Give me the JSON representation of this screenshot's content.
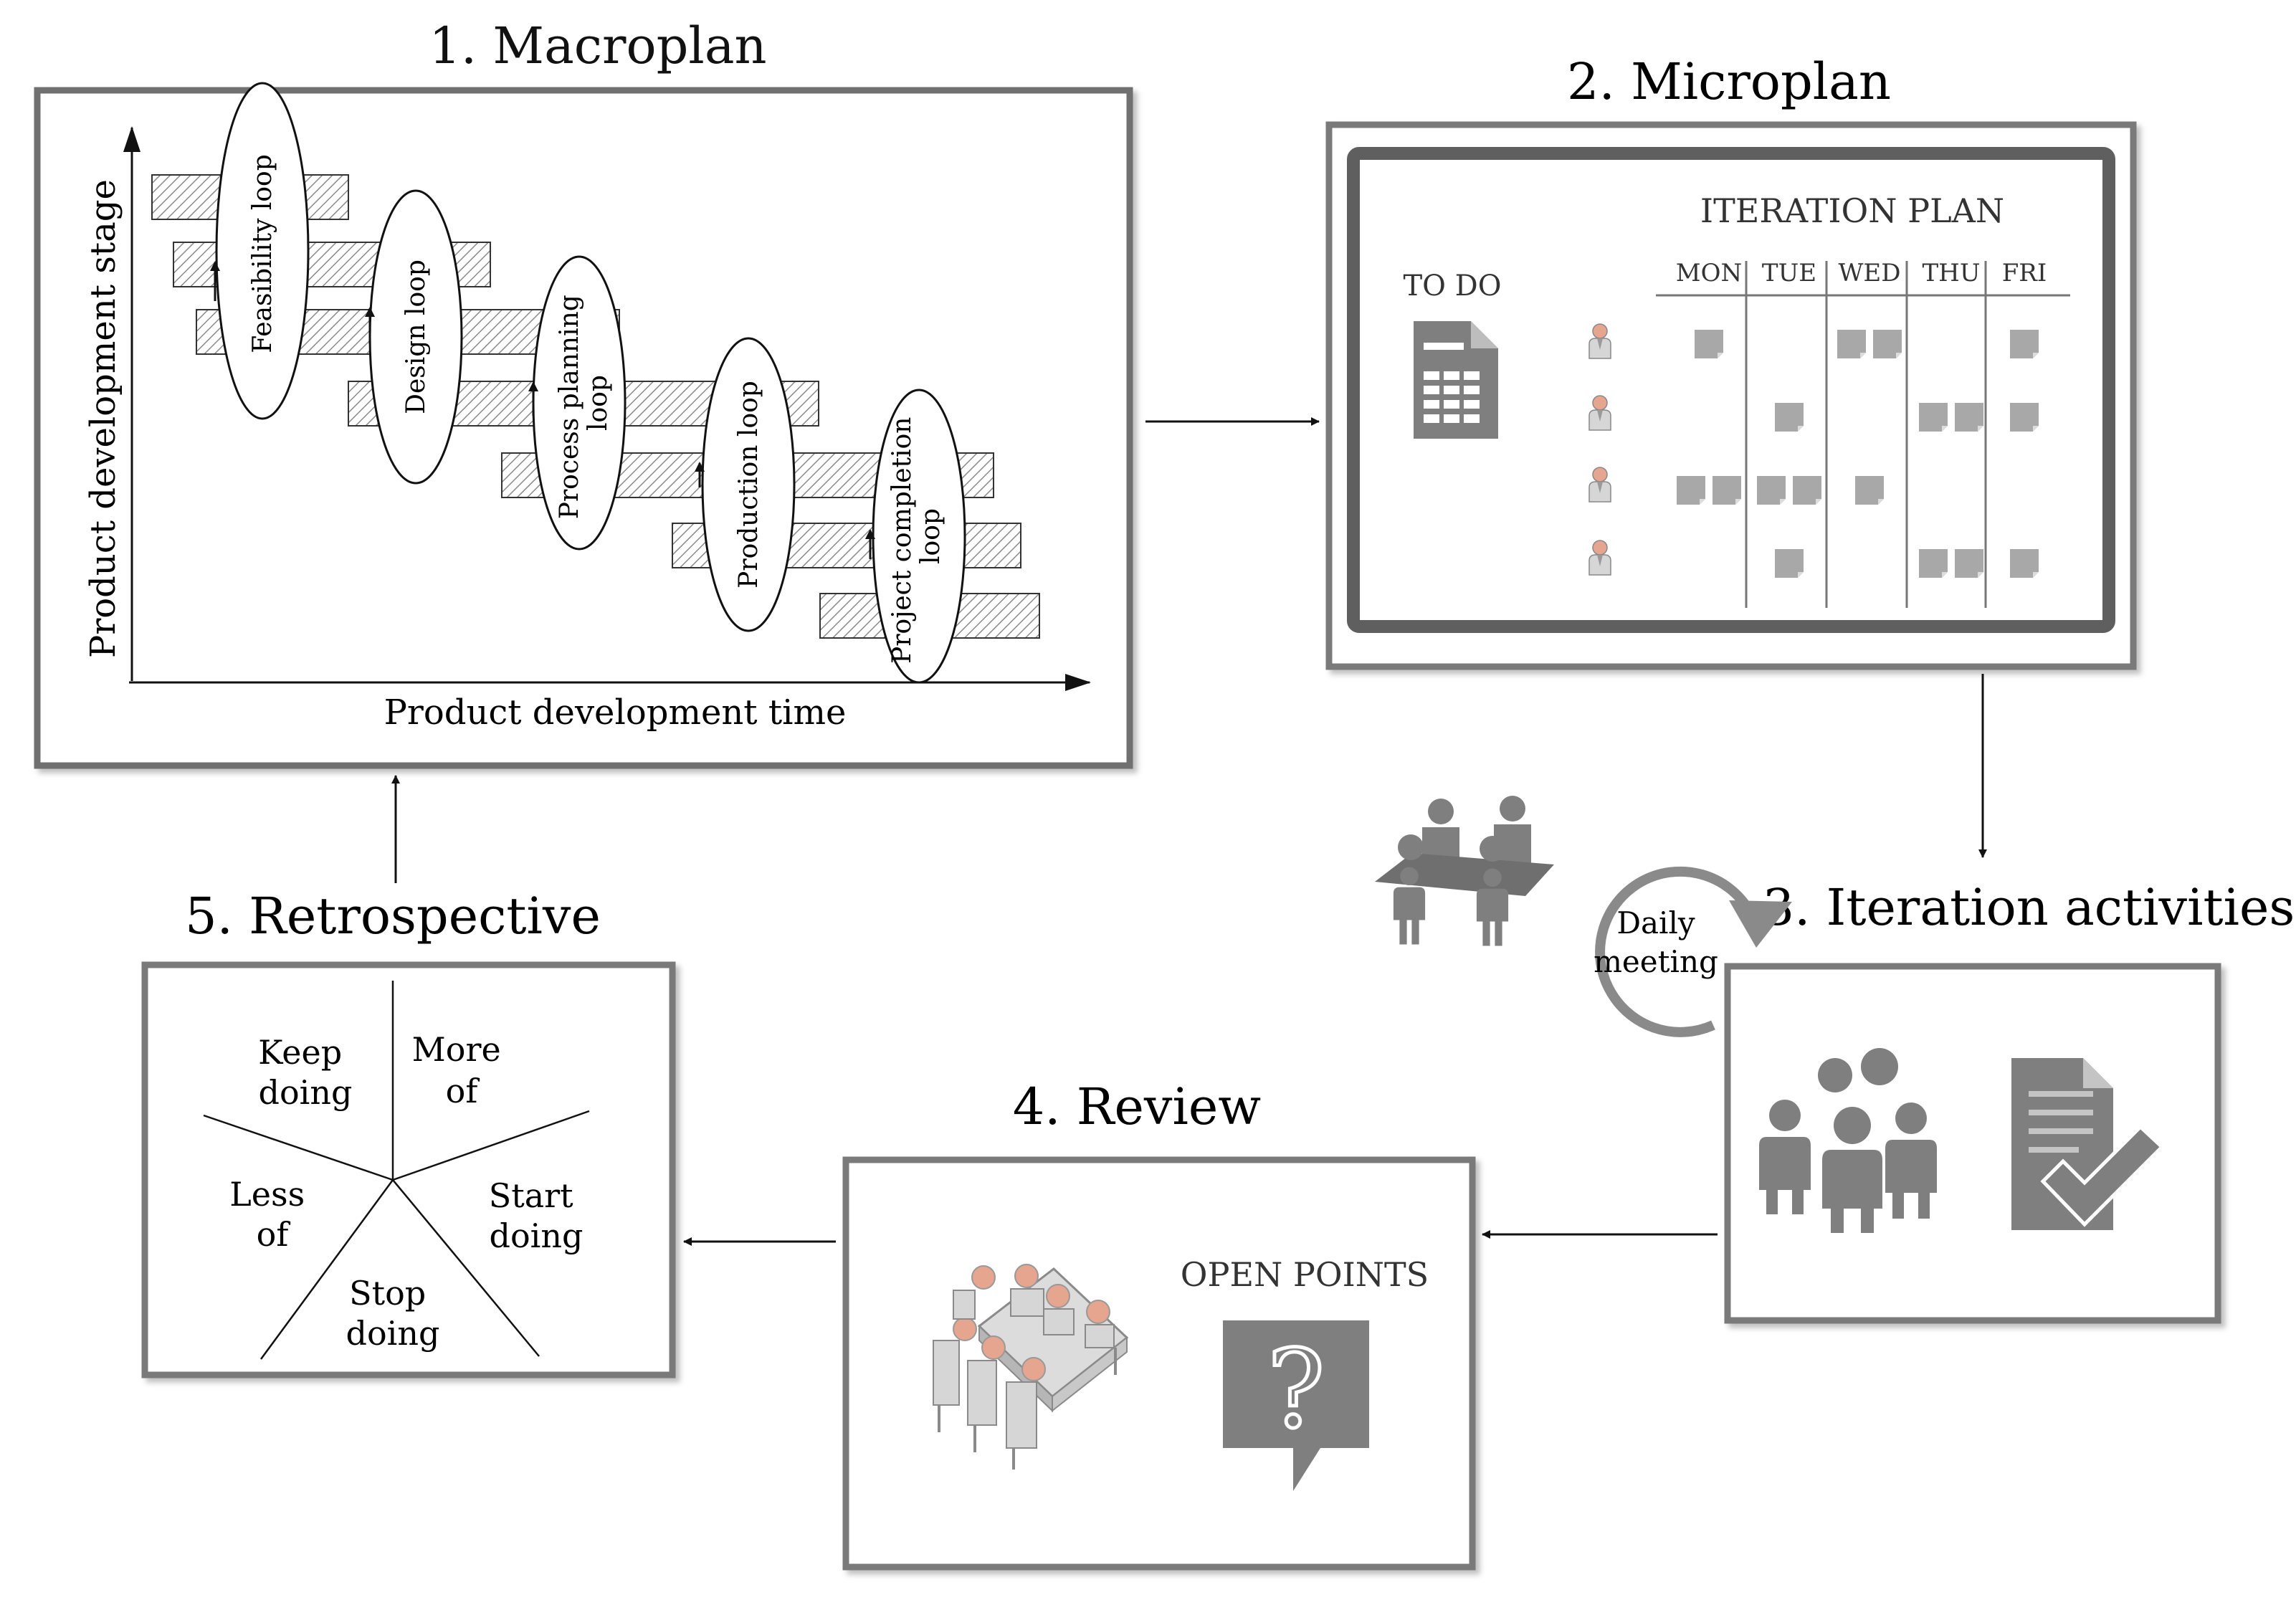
{
  "stages": {
    "macroplan": {
      "title": "1. Macroplan",
      "y_axis_label": "Product development stage",
      "x_axis_label": "Product development time",
      "loops": [
        "Feasibility loop",
        "Design loop",
        "Process planning loop",
        "Production loop",
        "Project completion loop"
      ]
    },
    "microplan": {
      "title": "2. Microplan",
      "todo_label": "TO DO",
      "board_title": "ITERATION PLAN",
      "days": [
        "MON",
        "TUE",
        "WED",
        "THU",
        "FRI"
      ],
      "rows": [
        {
          "MON": 1,
          "TUE": 0,
          "WED": 2,
          "THU": 0,
          "FRI": 1
        },
        {
          "MON": 0,
          "TUE": 1,
          "WED": 0,
          "THU": 2,
          "FRI": 1
        },
        {
          "MON": 2,
          "TUE": 2,
          "WED": 1,
          "THU": 0,
          "FRI": 0
        },
        {
          "MON": 0,
          "TUE": 1,
          "WED": 0,
          "THU": 2,
          "FRI": 1
        }
      ]
    },
    "iteration": {
      "title": "3. Iteration activities",
      "daily_meeting_line1": "Daily",
      "daily_meeting_line2": "meeting"
    },
    "review": {
      "title": "4. Review",
      "open_points_label": "OPEN POINTS"
    },
    "retrospective": {
      "title": "5. Retrospective",
      "sectors": {
        "keep_doing": [
          "Keep",
          "doing"
        ],
        "more_of": [
          "More",
          "of"
        ],
        "start_doing": [
          "Start",
          "doing"
        ],
        "stop_doing": [
          "Stop",
          "doing"
        ],
        "less_of": [
          "Less",
          "of"
        ]
      }
    }
  },
  "colors": {
    "frame_border": "#6f6f6f",
    "icon_gray": "#7f7f7f",
    "note_gray": "#a8a8a8",
    "hatch": "#8a8a8a",
    "person_skin": "#e6a58e"
  }
}
